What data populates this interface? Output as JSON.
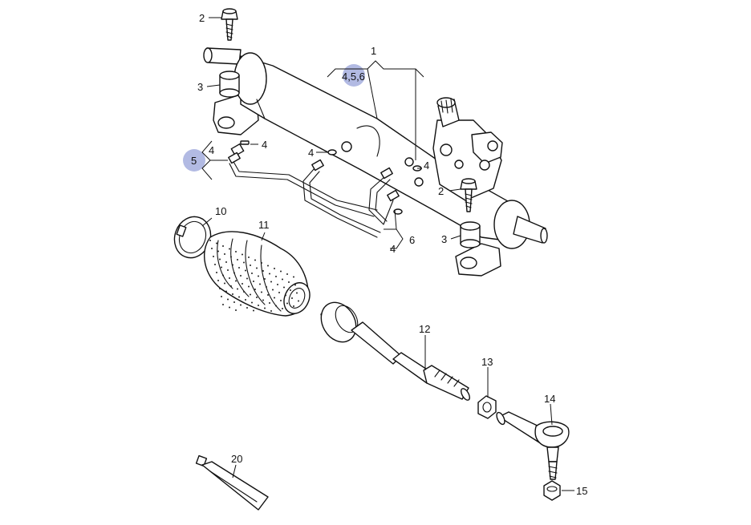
{
  "callouts": {
    "c1": "1",
    "c456": "4,5,6",
    "c2a": "2",
    "c2b": "2",
    "c3a": "3",
    "c3b": "3",
    "c4a": "4",
    "c4b": "4",
    "c4c": "4",
    "c4d": "4",
    "c4e": "4",
    "c5": "5",
    "c6": "6",
    "c10": "10",
    "c11": "11",
    "c12": "12",
    "c13": "13",
    "c14": "14",
    "c15": "15",
    "c20": "20"
  },
  "highlight_color": "#9fa9dc"
}
